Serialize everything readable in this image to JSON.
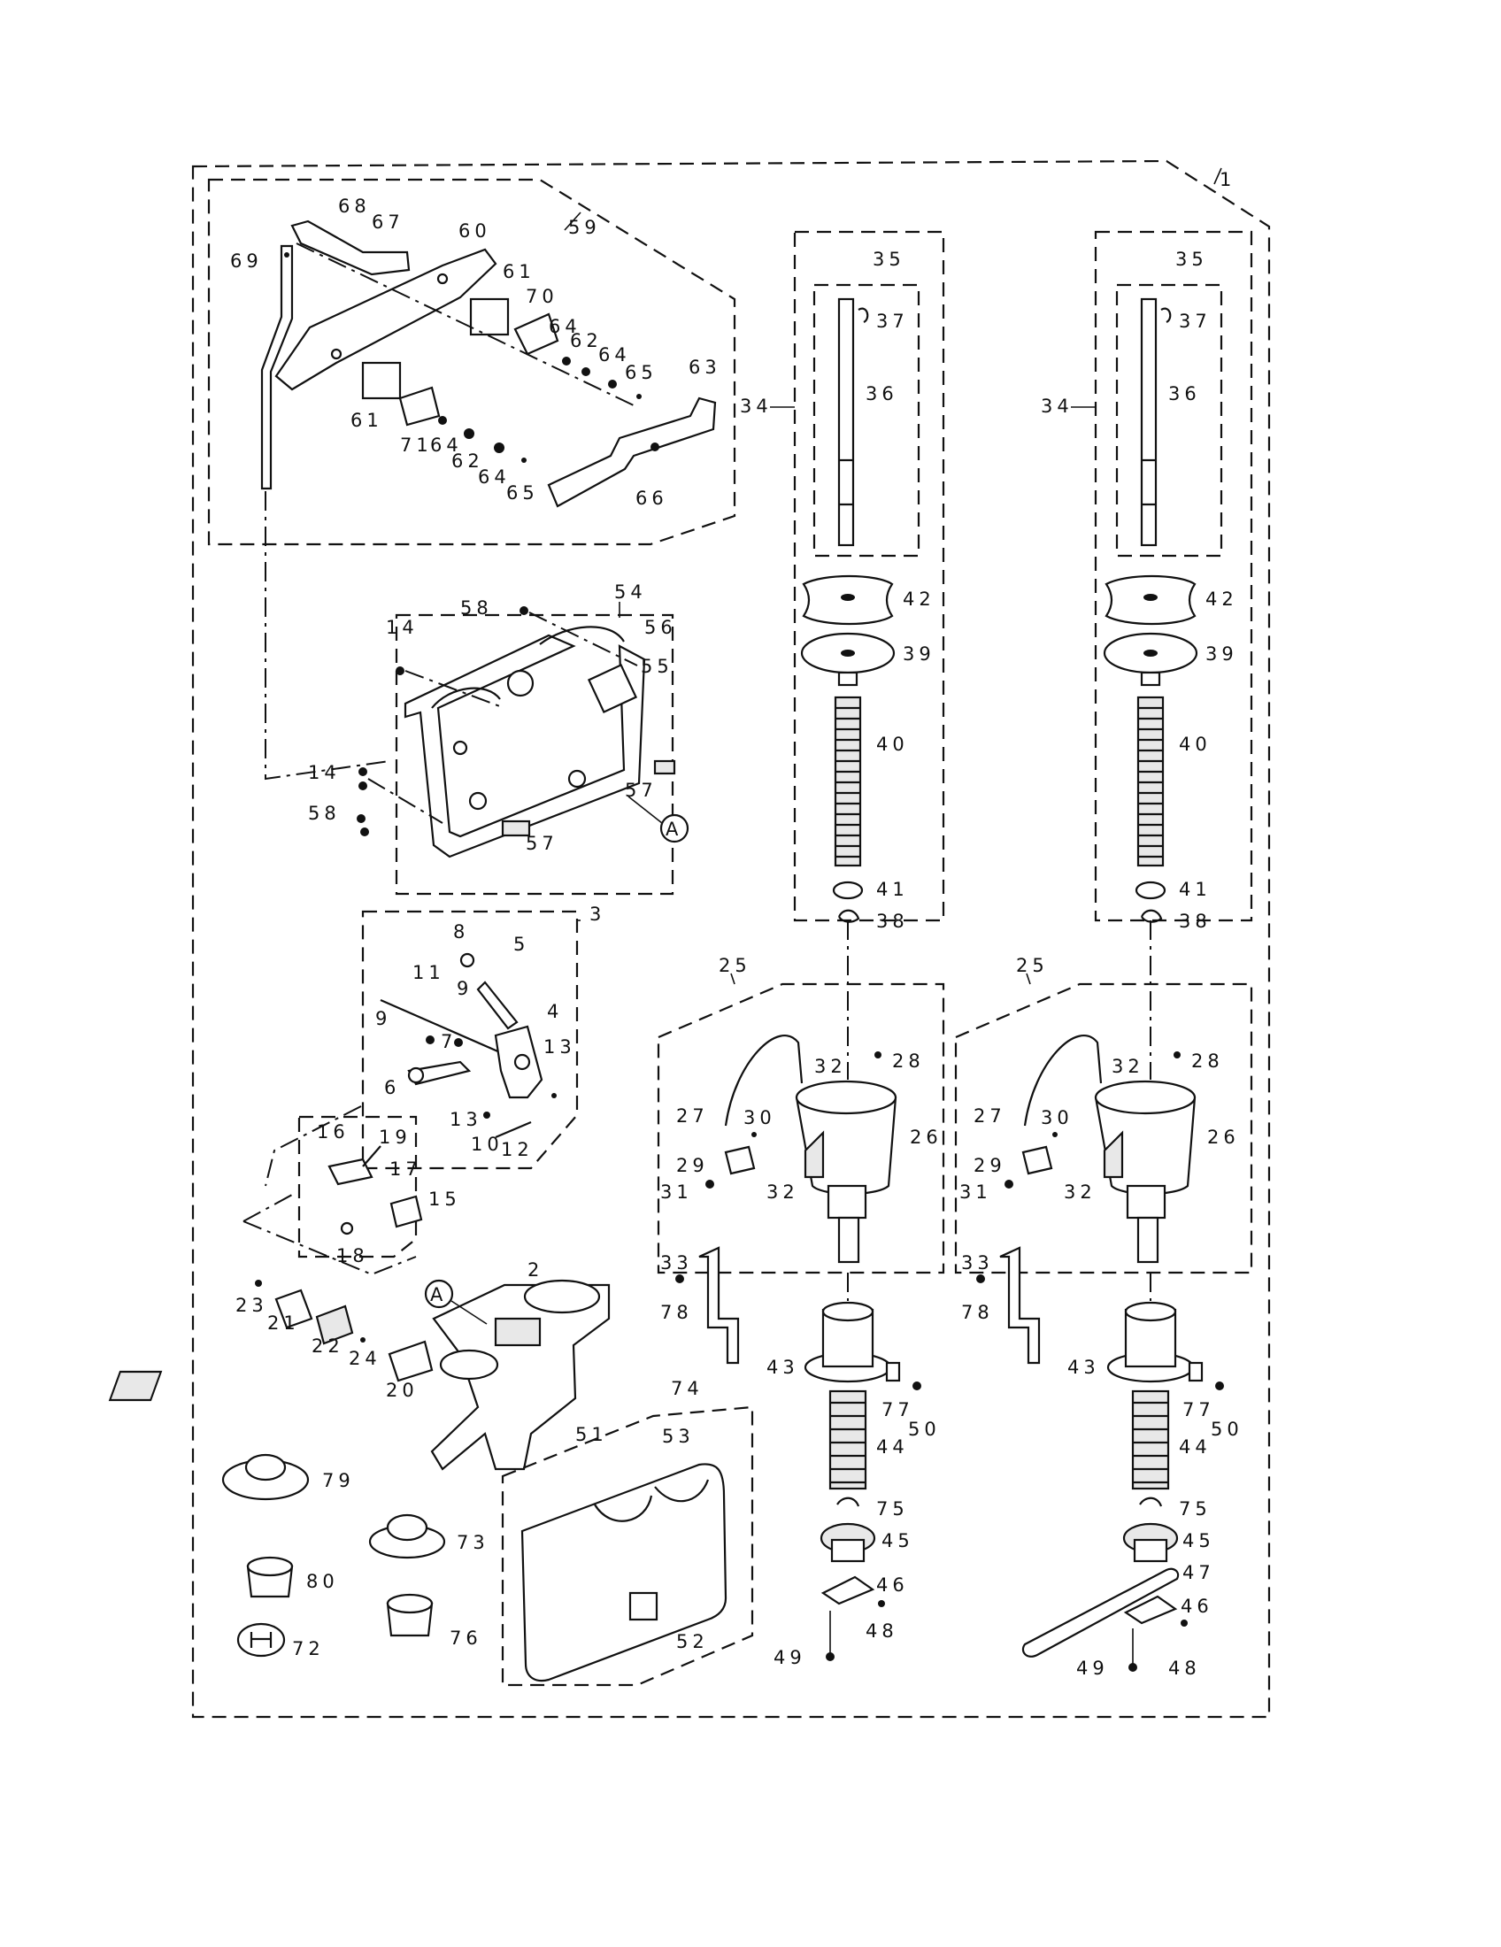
{
  "callouts": {
    "c1": "1",
    "c2": "2",
    "c3": "3",
    "c4": "4",
    "c5": "5",
    "c6": "6",
    "c7": "7",
    "c8": "8",
    "c9a": "9",
    "c9b": "9",
    "c10": "10",
    "c11": "11",
    "c12": "12",
    "c13a": "13",
    "c13b": "13",
    "c14a": "14",
    "c14b": "14",
    "c15": "15",
    "c16": "16",
    "c17": "17",
    "c18": "18",
    "c19": "19",
    "c20": "20",
    "c21": "21",
    "c22": "22",
    "c23": "23",
    "c24": "24",
    "c25a": "25",
    "c25b": "25",
    "c26a": "26",
    "c26b": "26",
    "c27a": "27",
    "c27b": "27",
    "c28a": "28",
    "c28b": "28",
    "c29a": "29",
    "c29b": "29",
    "c30a": "30",
    "c30b": "30",
    "c31a": "31",
    "c31b": "31",
    "c32a": "32",
    "c32b": "32",
    "c32c": "32",
    "c32d": "32",
    "c33a": "33",
    "c33b": "33",
    "c34a": "34",
    "c34b": "34",
    "c35a": "35",
    "c35b": "35",
    "c36a": "36",
    "c36b": "36",
    "c37a": "37",
    "c37b": "37",
    "c38a": "38",
    "c38b": "38",
    "c39a": "39",
    "c39b": "39",
    "c40a": "40",
    "c40b": "40",
    "c41a": "41",
    "c41b": "41",
    "c42a": "42",
    "c42b": "42",
    "c43a": "43",
    "c43b": "43",
    "c44a": "44",
    "c44b": "44",
    "c45a": "45",
    "c45b": "45",
    "c46a": "46",
    "c46b": "46",
    "c47": "47",
    "c48a": "48",
    "c48b": "48",
    "c49a": "49",
    "c49b": "49",
    "c50a": "50",
    "c50b": "50",
    "c51": "51",
    "c52": "52",
    "c53": "53",
    "c54": "54",
    "c55": "55",
    "c56": "56",
    "c57a": "57",
    "c57b": "57",
    "c58a": "58",
    "c58b": "58",
    "c59": "59",
    "c60": "60",
    "c61a": "61",
    "c61b": "61",
    "c62a": "62",
    "c62b": "62",
    "c63": "63",
    "c64a": "64",
    "c64b": "64",
    "c64c": "64",
    "c64d": "64",
    "c65a": "65",
    "c65b": "65",
    "c66": "66",
    "c67": "67",
    "c68": "68",
    "c69": "69",
    "c70": "70",
    "c71": "71",
    "c72": "72",
    "c73": "73",
    "c74": "74",
    "c75a": "75",
    "c75b": "75",
    "c76": "76",
    "c77a": "77",
    "c77b": "77",
    "c78a": "78",
    "c78b": "78",
    "c79": "79",
    "c80": "80"
  },
  "reference_markers": {
    "a_upper": "A",
    "a_lower": "A"
  }
}
